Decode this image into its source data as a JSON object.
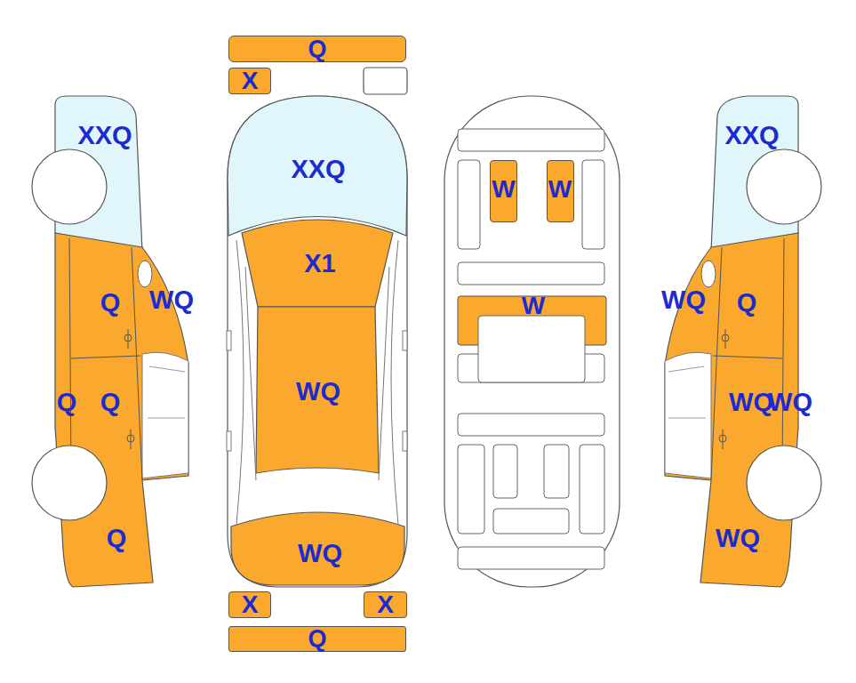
{
  "diagram": {
    "nodes": [
      {
        "text": [
          "Q"
        ]
      },
      {
        "text": [
          "X"
        ]
      },
      {
        "text": [
          "W"
        ]
      },
      {
        "text": [
          "W"
        ]
      },
      {
        "text": [
          "W"
        ]
      },
      {
        "text": [
          "X"
        ]
      },
      {
        "text": [
          "X"
        ]
      },
      {
        "text": [
          "Q"
        ]
      }
    ],
    "labels": [
      "XXQ",
      "XXQ",
      "XXQ",
      "X1",
      "Q",
      "WQ",
      "WQ",
      "Q",
      "WQ",
      "Q",
      "Q",
      "WQ",
      "WQ",
      "Q",
      "WQ",
      "WQ"
    ]
  }
}
